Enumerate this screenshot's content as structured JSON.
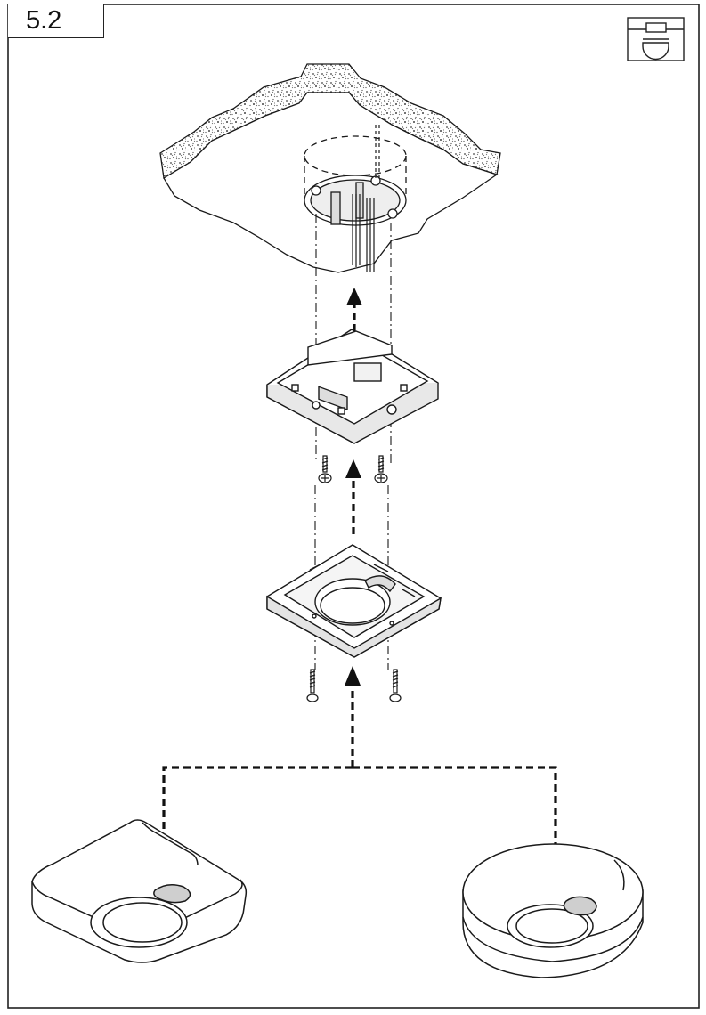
{
  "step": {
    "label": "5.2"
  },
  "icons": {
    "mount_type": "ceiling-mount-icon"
  },
  "components": {
    "ceiling": "ceiling-with-flush-box",
    "mounting_plate": "mounting-plate",
    "base_frame": "base-frame",
    "detector_square": "detector-square-housing",
    "detector_round": "detector-round-housing"
  },
  "colors": {
    "line": "#1a1a1a",
    "fill": "#ffffff",
    "shade": "#d9d9d9",
    "texture": "#555555"
  }
}
